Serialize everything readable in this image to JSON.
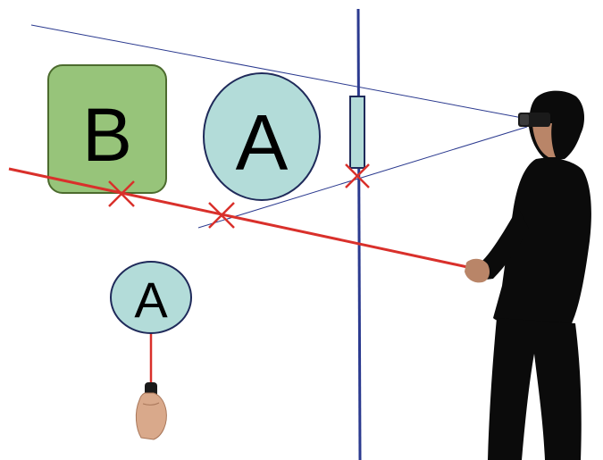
{
  "labels": {
    "object_b": "B",
    "object_a_far": "A",
    "object_a_near": "A"
  },
  "colors": {
    "ray": "#d9302b",
    "plane": "#2b3a8f",
    "sight_line": "#2b3a8f",
    "box_b_fill": "#97c47a",
    "box_b_stroke": "#4c6b2e",
    "circle_fill": "#b3dcd9",
    "circle_stroke": "#1f2a5a",
    "intersection_mark": "#d9302b",
    "person_silhouette": "#0b0b0b",
    "skin": "#d9a98b"
  },
  "icons": {
    "person": "user-with-headset-icon",
    "hand": "hand-holding-controller-icon",
    "intersection": "x-mark-icon"
  }
}
